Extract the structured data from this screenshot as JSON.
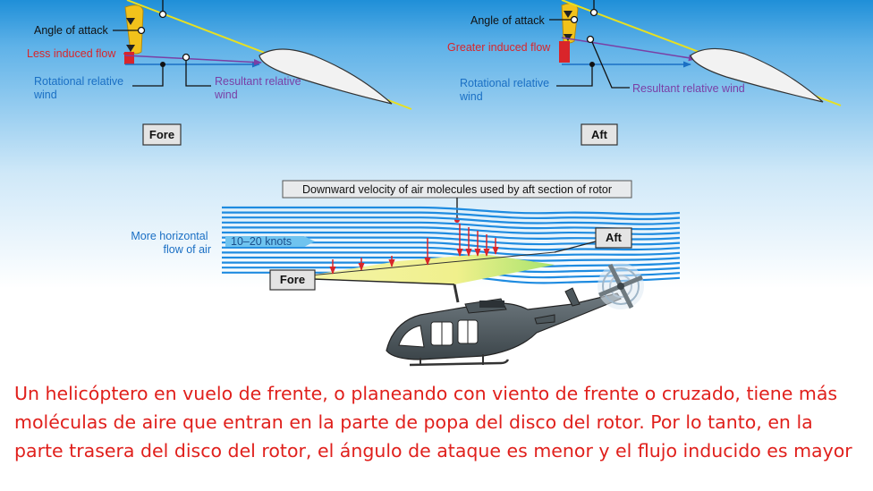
{
  "colors": {
    "sky_top": "#1f8fd8",
    "sky_bottom": "#ffffff",
    "angle_of_attack_arc": "#f2c21b",
    "induced_flow": "#d9252a",
    "rotational_wind": "#1a6fc4",
    "resultant_wind": "#7a3fa5",
    "chord_line": "#e8e020",
    "airflow_lines": "#1e8be0",
    "caption": "#e0201c"
  },
  "fore_panel": {
    "angle_of_attack_label": "Angle of attack",
    "induced_flow_label": "Less induced flow",
    "rotational_wind_label": "Rotational relative wind",
    "resultant_wind_label": "Resultant relative wind",
    "box_label": "Fore"
  },
  "aft_panel": {
    "angle_of_attack_label": "Angle of attack",
    "induced_flow_label": "Greater induced flow",
    "rotational_wind_label": "Rotational relative wind",
    "resultant_wind_label": "Resultant relative wind",
    "box_label": "Aft"
  },
  "rotor_diagram": {
    "downward_velocity_label": "Downward velocity of air molecules used by aft section of rotor",
    "horizontal_flow_label": "More horizontal flow of air",
    "speed_label": "10–20 knots",
    "fore_box": "Fore",
    "aft_box": "Aft"
  },
  "caption": "Un helicóptero en vuelo de frente, o planeando con viento de frente o cruzado, tiene más moléculas de aire que entran en la parte de popa del disco del rotor. Por lo tanto, en la parte trasera del disco del rotor, el ángulo de ataque es menor y el flujo inducido es mayor"
}
